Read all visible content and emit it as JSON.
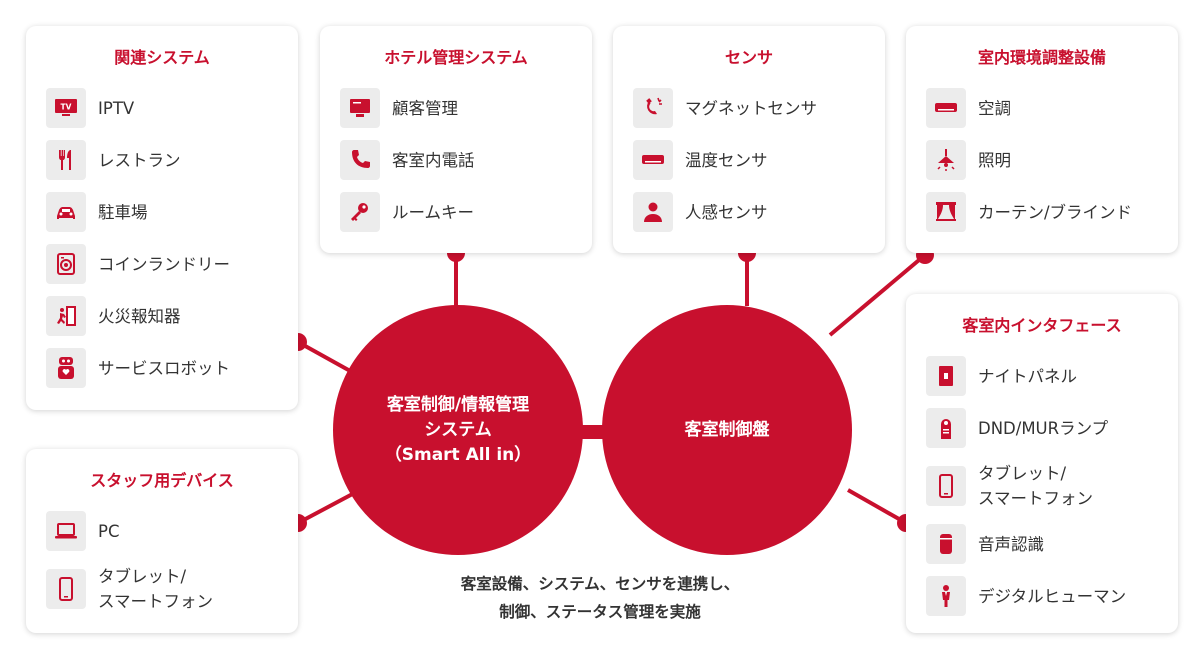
{
  "colors": {
    "accent": "#c8102e",
    "icon_bg": "#ececec",
    "text": "#333333"
  },
  "cards": {
    "related": {
      "title": "関連システム",
      "items": [
        {
          "label": "IPTV",
          "icon": "tv-icon"
        },
        {
          "label": "レストラン",
          "icon": "fork-knife-icon"
        },
        {
          "label": "駐車場",
          "icon": "car-icon"
        },
        {
          "label": "コインランドリー",
          "icon": "washing-machine-icon"
        },
        {
          "label": "火災報知器",
          "icon": "fire-exit-icon"
        },
        {
          "label": "サービスロボット",
          "icon": "robot-icon"
        }
      ]
    },
    "hotel": {
      "title": "ホテル管理システム",
      "items": [
        {
          "label": "顧客管理",
          "icon": "monitor-icon"
        },
        {
          "label": "客室内電話",
          "icon": "phone-icon"
        },
        {
          "label": "ルームキー",
          "icon": "key-icon"
        }
      ]
    },
    "sensor": {
      "title": "センサ",
      "items": [
        {
          "label": "マグネットセンサ",
          "icon": "magnet-icon"
        },
        {
          "label": "温度センサ",
          "icon": "air-conditioner-icon"
        },
        {
          "label": "人感センサ",
          "icon": "person-icon"
        }
      ]
    },
    "environment": {
      "title": "室内環境調整設備",
      "items": [
        {
          "label": "空調",
          "icon": "air-conditioner-icon"
        },
        {
          "label": "照明",
          "icon": "ceiling-lamp-icon"
        },
        {
          "label": "カーテン/ブラインド",
          "icon": "curtain-icon"
        }
      ]
    },
    "staff": {
      "title": "スタッフ用デバイス",
      "items": [
        {
          "label": "PC",
          "icon": "laptop-icon"
        },
        {
          "label": "タブレット/\nスマートフォン",
          "icon": "smartphone-icon"
        }
      ]
    },
    "interface": {
      "title": "客室内インタフェース",
      "items": [
        {
          "label": "ナイトパネル",
          "icon": "switch-panel-icon"
        },
        {
          "label": "DND/MURランプ",
          "icon": "door-hanger-icon"
        },
        {
          "label": "タブレット/\nスマートフォン",
          "icon": "smartphone-icon"
        },
        {
          "label": "音声認識",
          "icon": "smart-speaker-icon"
        },
        {
          "label": "デジタルヒューマン",
          "icon": "digital-human-icon"
        }
      ]
    }
  },
  "circles": {
    "system": "客室制御/情報管理\nシステム\n（Smart All in）",
    "panel": "客室制御盤"
  },
  "footnote": "客室設備、システム、センサを連携し、\n制御、ステータス管理を実施"
}
